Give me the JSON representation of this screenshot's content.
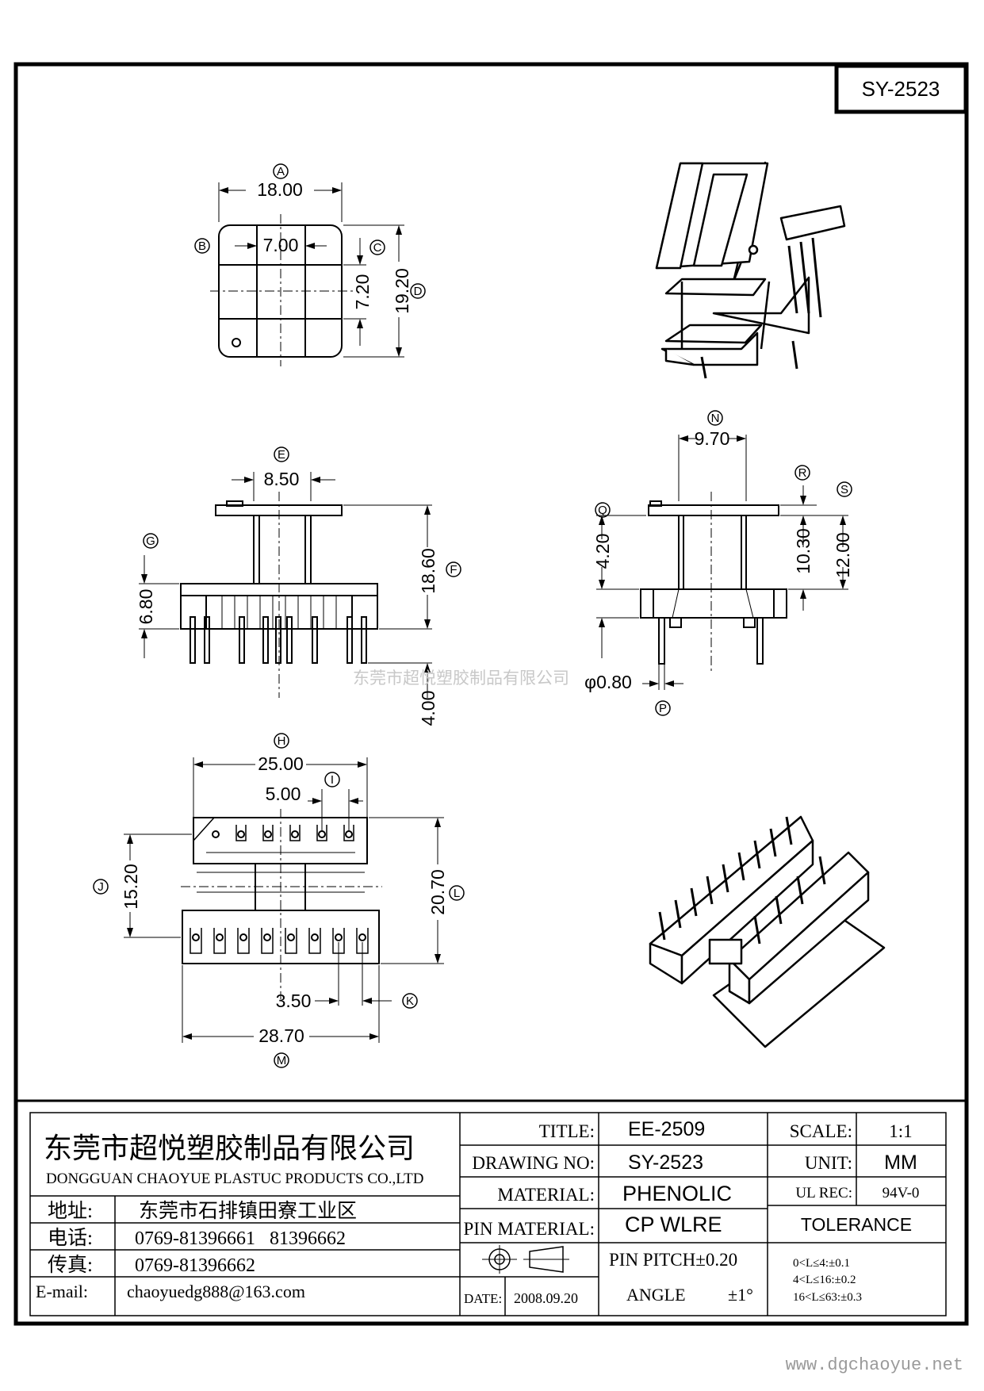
{
  "part_number": "SY-2523",
  "watermark": "东莞市超悦塑胶制品有限公司",
  "website": "www.dgchaoyue.net",
  "top_view": {
    "dims": {
      "A": "18.00",
      "B": "7.00",
      "C": "7.20",
      "D": "19.20"
    },
    "letters": {
      "A": "A",
      "B": "B",
      "C": "C",
      "D": "D"
    }
  },
  "front_view": {
    "dims": {
      "E": "8.50",
      "F": "18.60",
      "G": "6.80",
      "pin": "4.00"
    },
    "letters": {
      "E": "E",
      "F": "F",
      "G": "G"
    }
  },
  "side_view": {
    "dims": {
      "N": "9.70",
      "Q": "4.20",
      "R": "10.30",
      "S": "12.00",
      "P": "φ0.80"
    },
    "letters": {
      "N": "N",
      "Q": "Q",
      "R": "R",
      "S": "S",
      "P": "P"
    }
  },
  "bottom_view": {
    "dims": {
      "H": "25.00",
      "I": "5.00",
      "J": "15.20",
      "L": "20.70",
      "K": "3.50",
      "M": "28.70"
    },
    "letters": {
      "H": "H",
      "I": "I",
      "J": "J",
      "L": "L",
      "K": "K",
      "M": "M"
    }
  },
  "title_block": {
    "company_cn": "东莞市超悦塑胶制品有限公司",
    "company_en": "DONGGUAN CHAOYUE PLASTUC PRODUCTS CO.,LTD",
    "address_label": "地址:",
    "address": "东莞市石排镇田寮工业区",
    "phone_label": "电话:",
    "phone": "0769-81396661   81396662",
    "fax_label": "传真:",
    "fax": "0769-81396662",
    "email_label": "E-mail:",
    "email": "chaoyuedg888@163.com",
    "title_label": "TITLE:",
    "title": "EE-2509",
    "drawing_no_label": "DRAWING NO:",
    "drawing_no": "SY-2523",
    "material_label": "MATERIAL:",
    "material": "PHENOLIC",
    "pin_material_label": "PIN MATERIAL:",
    "pin_material": "CP WLRE",
    "pin_pitch": "PIN PITCH±0.20",
    "date_label": "DATE:",
    "date": "2008.09.20",
    "angle_label": "ANGLE",
    "angle": "±1°",
    "scale_label": "SCALE:",
    "scale": "1:1",
    "unit_label": "UNIT:",
    "unit": "MM",
    "ul_label": "UL REC:",
    "ul": "94V-0",
    "tolerance_label": "TOLERANCE",
    "tol1": "0<L≤4:±0.1",
    "tol2": "4<L≤16:±0.2",
    "tol3": "16<L≤63:±0.3"
  }
}
